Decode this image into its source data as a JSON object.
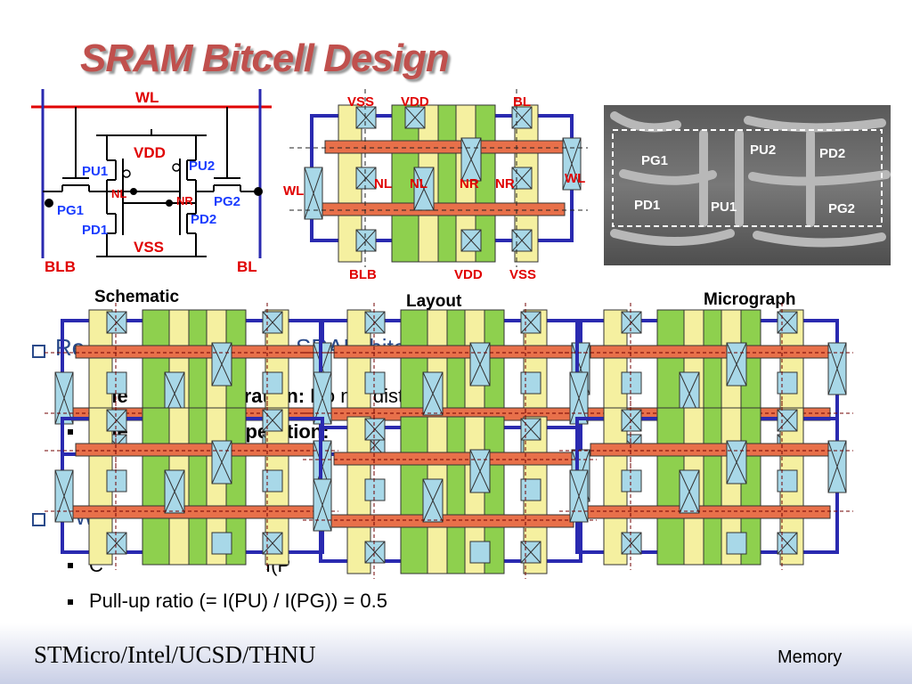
{
  "title": "SRAM Bitcell Design",
  "schematic": {
    "caption": "Schematic",
    "labels": {
      "wl": "WL",
      "vdd": "VDD",
      "vss": "VSS",
      "blb": "BLB",
      "bl": "BL",
      "pu1": "PU1",
      "pu2": "PU2",
      "pg1": "PG1",
      "pg2": "PG2",
      "pd1": "PD1",
      "pd2": "PD2",
      "nl": "NL",
      "nr": "NR"
    }
  },
  "layout": {
    "caption": "Layout",
    "labels": {
      "vss_top": "VSS",
      "vdd_top": "VDD",
      "bl_top": "BL",
      "wl_left": "WL",
      "wl_right": "WL",
      "nl1": "NL",
      "nl2": "NL",
      "nr1": "NR",
      "nr2": "NR",
      "blb_bottom": "BLB",
      "vdd_bottom": "VDD",
      "vss_bottom": "VSS"
    }
  },
  "micrograph": {
    "caption": "Micrograph",
    "labels": {
      "pg1": "PG1",
      "pu2": "PU2",
      "pd2": "PD2",
      "pd1": "PD1",
      "pu1": "PU1",
      "pg2": "PG2"
    }
  },
  "bullets": {
    "b1_frag1": "Re",
    "b1_frag2": "SRAM bitcell de",
    "b1a_frag1": "ble",
    "b1a_frag2": "peration:",
    "b1a_frag3": "Do not disturb data w",
    "b1a_frag4": "r",
    "b1b_frag1": "ble",
    "b1b_frag2": "operation:",
    "b1b_frag3": "",
    "b2_frag1": "W",
    "b2a_frag1": "C",
    "b2a_frag2": "I(P",
    "b2b": "Pull-up ratio (= I(PU) / I(PG)) = 0.5"
  },
  "footer": {
    "left": "STMicro/Intel/UCSD/THNU",
    "right": "Memory"
  },
  "colors": {
    "title": "#c0504d",
    "poly": "#e8704a",
    "diff": "#f5f0a0",
    "nwell": "#8ed04e",
    "metal": "#2a2ab0",
    "label_red": "#e00000",
    "label_blue": "#1a3cff"
  }
}
